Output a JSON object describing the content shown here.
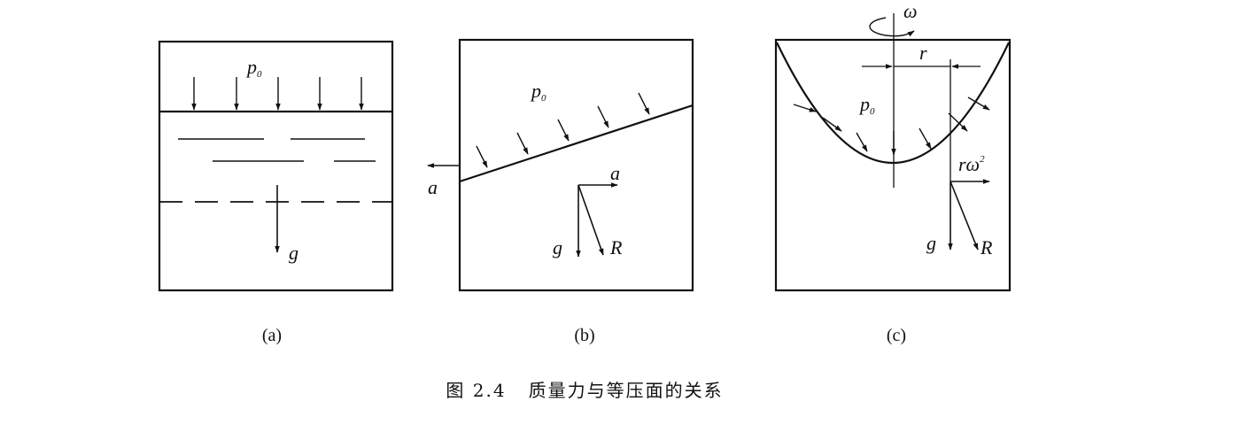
{
  "figure": {
    "caption": "图 2.4   质量力与等压面的关系",
    "panels": [
      {
        "id": "a",
        "label": "(a)",
        "pressure_label": "p",
        "pressure_sub": "0",
        "gravity_label": "g"
      },
      {
        "id": "b",
        "label": "(b)",
        "pressure_label": "p",
        "pressure_sub": "0",
        "accel_label": "a",
        "accel_small_label": "a",
        "gravity_label": "g",
        "resultant_label": "R"
      },
      {
        "id": "c",
        "label": "(c)",
        "pressure_label": "p",
        "pressure_sub": "0",
        "omega_label": "ω",
        "radius_label": "r",
        "centrifugal_label": "rω",
        "centrifugal_sup": "2",
        "gravity_label": "g",
        "resultant_label": "R"
      }
    ]
  }
}
